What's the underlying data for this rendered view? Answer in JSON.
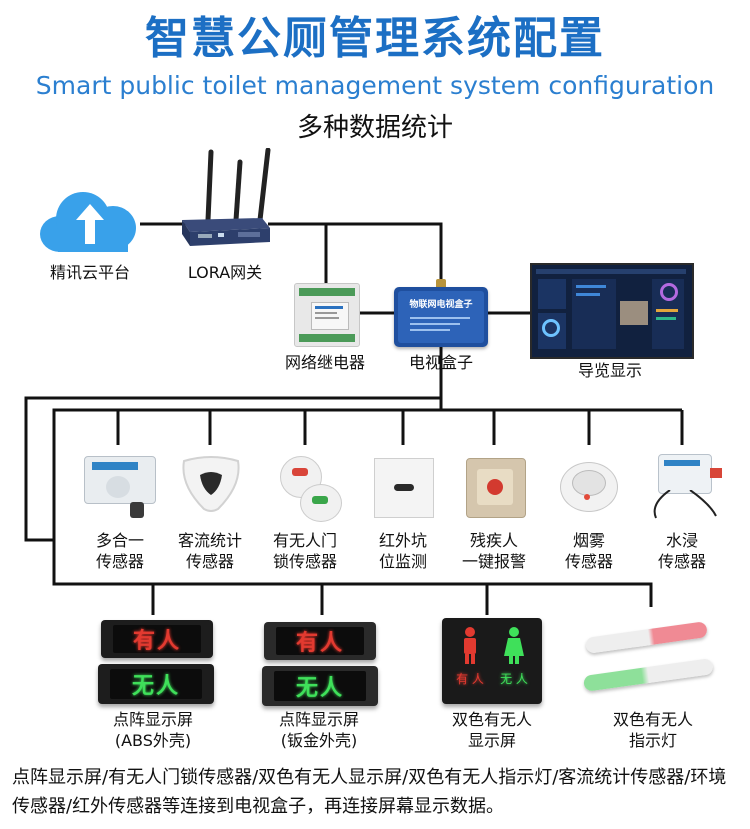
{
  "header": {
    "title": "智慧公厕管理系统配置",
    "subtitle": "Smart public toilet management system configuration",
    "heading": "多种数据统计"
  },
  "top_row": {
    "cloud": "精讯云平台",
    "gateway": "LORA网关",
    "relay": "网络继电器",
    "tvbox": "电视盒子",
    "tvbox_logo": "物联网电视盒子",
    "monitor": "导览显示"
  },
  "sensors": [
    {
      "line1": "多合一",
      "line2": "传感器"
    },
    {
      "line1": "客流统计",
      "line2": "传感器"
    },
    {
      "line1": "有无人门",
      "line2": "锁传感器"
    },
    {
      "line1": "红外坑",
      "line2": "位监测"
    },
    {
      "line1": "残疾人",
      "line2": "一键报警"
    },
    {
      "line1": "烟雾",
      "line2": "传感器"
    },
    {
      "line1": "水浸",
      "line2": "传感器"
    }
  ],
  "displays": [
    {
      "line1": "点阵显示屏",
      "line2": "(ABS外壳)"
    },
    {
      "line1": "点阵显示屏",
      "line2": "(钣金外壳)"
    },
    {
      "line1": "双色有无人",
      "line2": "显示屏"
    },
    {
      "line1": "双色有无人",
      "line2": "指示灯"
    }
  ],
  "led_text": {
    "occupied": "有人",
    "vacant": "无人",
    "sign_occupied": "有 人",
    "sign_vacant": "无 人"
  },
  "caption": "点阵显示屏/有无人门锁传感器/双色有无人显示屏/双色有无人指示灯/客流统计传感器/环境传感器/红外传感器等连接到电视盒子，再连接屏幕显示数据。",
  "colors": {
    "title": "#1c6fc4",
    "subtitle": "#2b7fd0",
    "cloud": "#39a1ea",
    "wire": "#111111",
    "led_red": "#e23a30",
    "led_green": "#3fe05a"
  }
}
